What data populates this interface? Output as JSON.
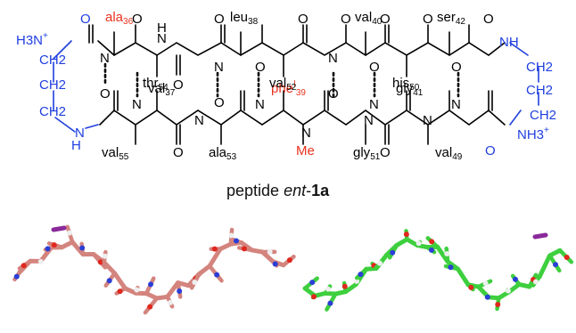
{
  "caption": {
    "prefix": "peptide ",
    "italic": "ent",
    "dash": "-",
    "bold": "1a"
  },
  "atoms": {
    "N": "N",
    "H": "H",
    "O": "O",
    "H3N_plus_top": "H3N",
    "plus": "+",
    "NH3_plus_bottom": "NH3",
    "CH2": "CH2",
    "Me": "Me"
  },
  "residues_top": [
    {
      "name": "ala",
      "num": "36",
      "color": "#e8321e"
    },
    {
      "name": "val",
      "num": "37",
      "color": "#000000"
    },
    {
      "name": "leu",
      "num": "38",
      "color": "#000000"
    },
    {
      "name": "phe",
      "num": "I",
      "suffix": "39",
      "color": "#e8321e"
    },
    {
      "name": "val",
      "num": "40",
      "color": "#000000"
    },
    {
      "name": "gly",
      "num": "41",
      "color": "#000000"
    },
    {
      "name": "ser",
      "num": "42",
      "color": "#000000"
    }
  ],
  "residues_bottom": [
    {
      "name": "val",
      "num": "55",
      "color": "#000000"
    },
    {
      "name": "thr",
      "num": "54",
      "color": "#000000"
    },
    {
      "name": "ala",
      "num": "53",
      "color": "#000000"
    },
    {
      "name": "val",
      "num": "52",
      "color": "#000000"
    },
    {
      "name": "gly",
      "num": "51",
      "color": "#000000"
    },
    {
      "name": "his",
      "num": "50",
      "color": "#000000"
    },
    {
      "name": "val",
      "num": "49",
      "color": "#000000"
    }
  ],
  "colors": {
    "linker": "#1f3fe0",
    "highlight": "#e8321e",
    "model_left": "#d4847e",
    "model_right": "#3ecf3e",
    "nitrogen": "#2b3fd6",
    "oxygen": "#e0281e",
    "iodine": "#8a2a9a"
  }
}
